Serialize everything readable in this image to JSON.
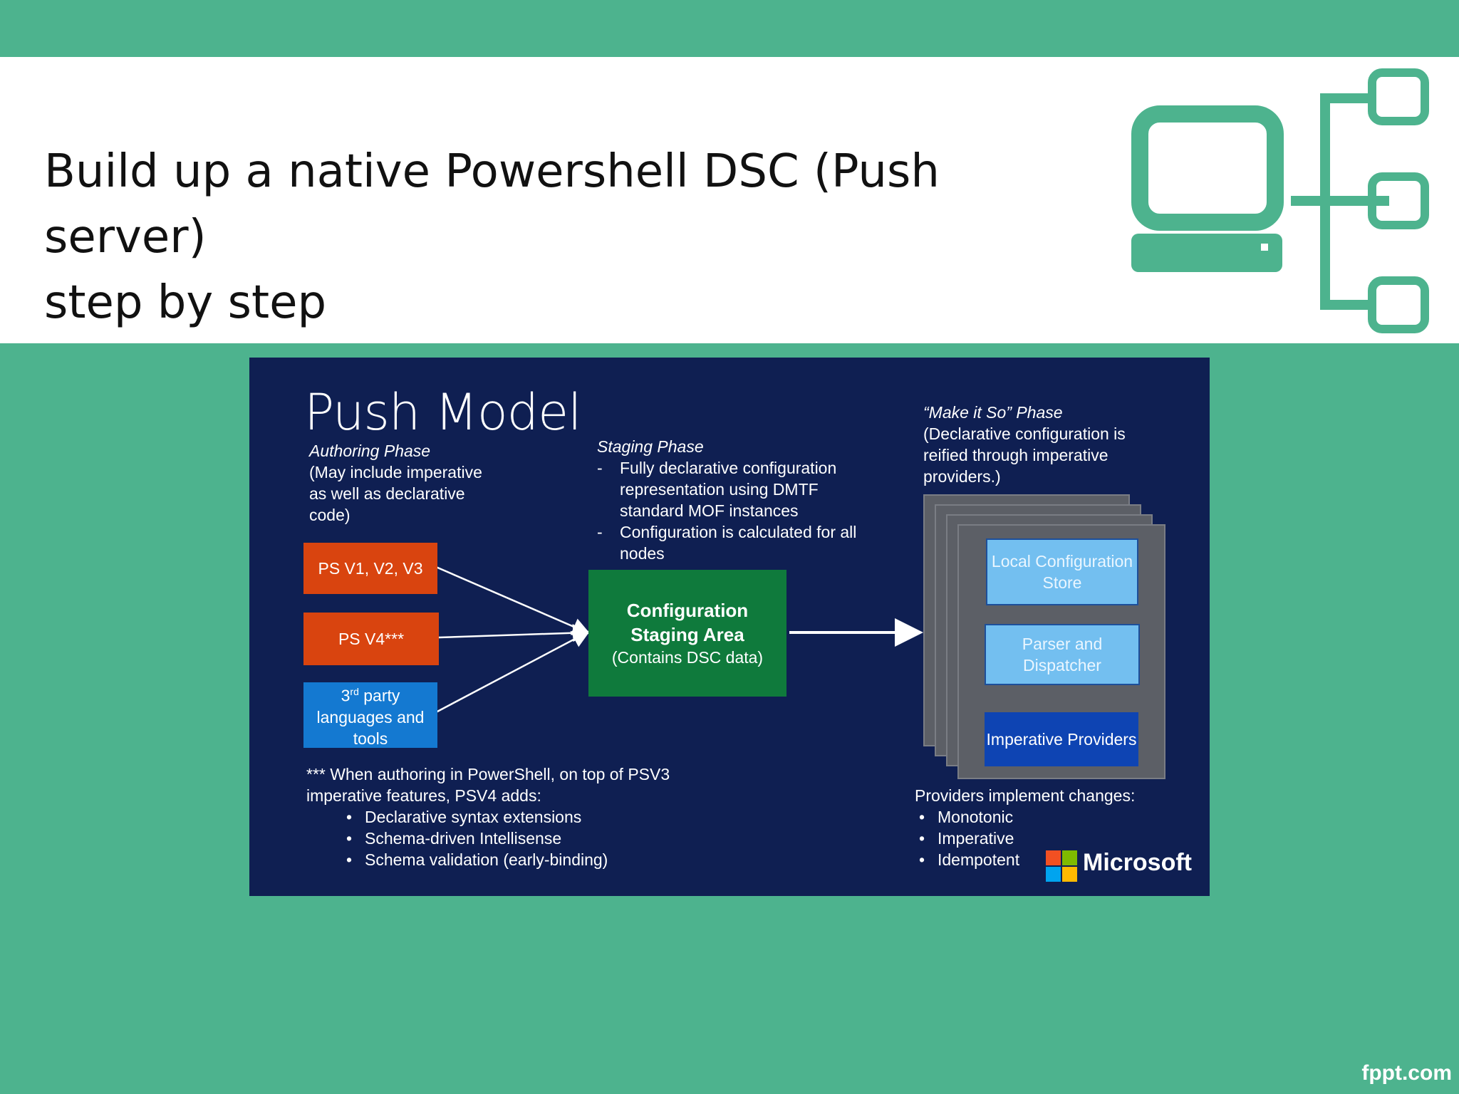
{
  "header": {
    "title_line1": "Build up a native Powershell DSC (Push server)",
    "title_line2": "step by step"
  },
  "diagram": {
    "title": "Push Model",
    "authoring": {
      "heading": "Authoring Phase",
      "desc_lines": [
        "(May include imperative",
        "as well as declarative",
        "code)"
      ]
    },
    "sources": {
      "ps_v123": "PS V1, V2, V3",
      "ps_v4": "PS V4***",
      "third_party_sup": "rd",
      "third_party_line1_prefix": "3",
      "third_party_line1_suffix": " party",
      "third_party_line2": "languages and",
      "third_party_line3": "tools"
    },
    "staging": {
      "heading": "Staging Phase",
      "bullets": [
        "Fully declarative configuration representation using DMTF standard MOF instances",
        "Configuration is calculated for all nodes"
      ],
      "box_line1": "Configuration",
      "box_line2": "Staging Area",
      "box_line3": "(Contains DSC data)"
    },
    "make_it_so": {
      "heading": "“Make it So” Phase",
      "desc_lines": [
        "(Declarative configuration is",
        "reified through imperative",
        "providers.)"
      ],
      "lcm_store": "Local Configuration Store",
      "parser": "Parser and Dispatcher",
      "providers": "Imperative Providers"
    },
    "footnote": {
      "line1": "***  When authoring in PowerShell, on top of PSV3",
      "line2": "imperative features, PSV4 adds:",
      "bullets": [
        "Declarative syntax extensions",
        "Schema-driven Intellisense",
        "Schema validation (early-binding)"
      ]
    },
    "providers_note": {
      "heading": "Providers implement changes:",
      "bullets": [
        "Monotonic",
        "Imperative",
        "Idempotent"
      ]
    },
    "brand": "Microsoft",
    "colors": {
      "background": "#0f1f52",
      "orange": "#d9440f",
      "blue": "#1479d1",
      "green": "#0f7a3c",
      "light_blue": "#73bff0",
      "dark_blue": "#0e44b3"
    }
  },
  "footer": {
    "brand": "fppt.com"
  },
  "theme": {
    "accent": "#4db38e"
  }
}
